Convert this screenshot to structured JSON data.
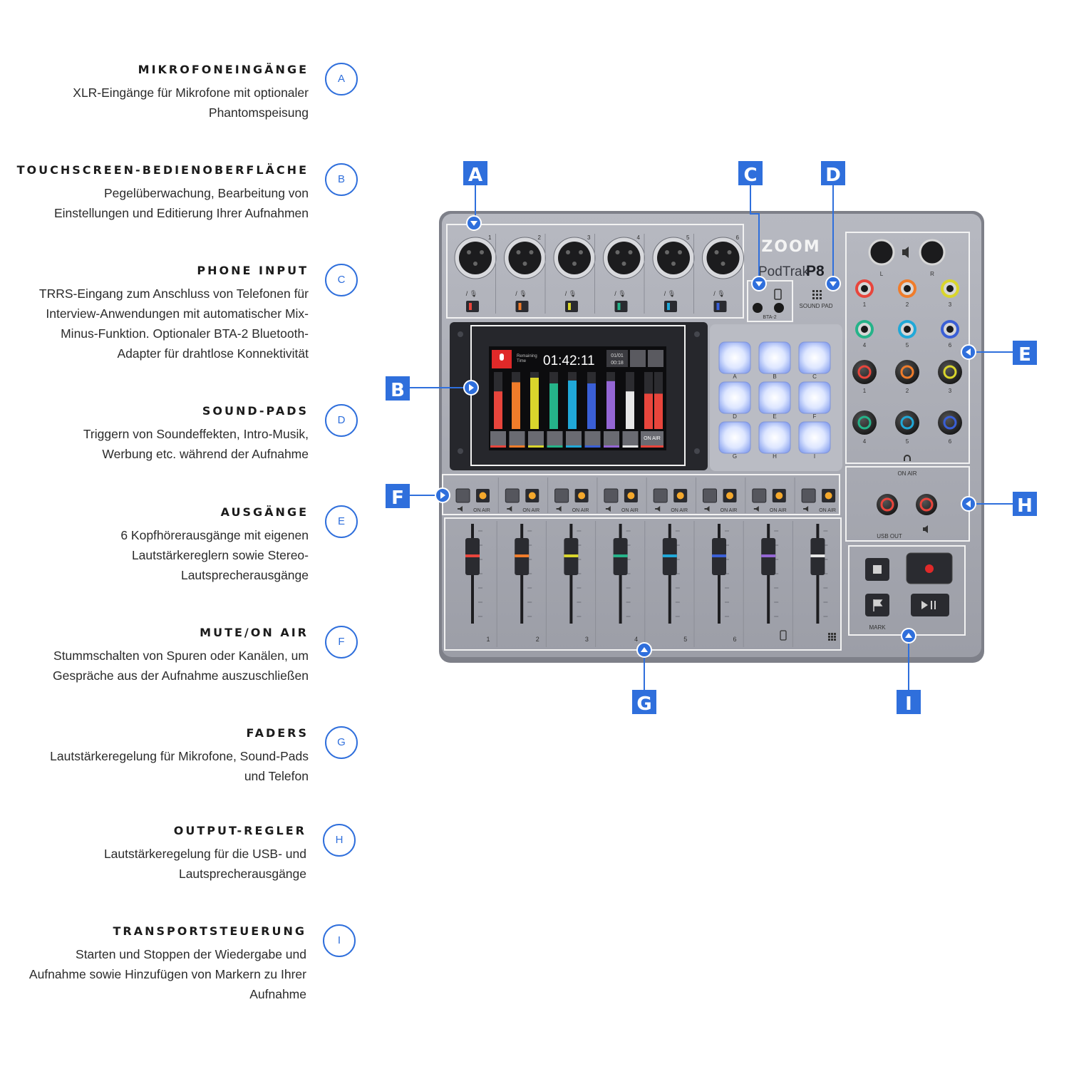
{
  "features": [
    {
      "letter": "A",
      "title": "MIKROFONEINGÄNGE",
      "desc": "XLR-Eingänge für Mikrofone mit optionaler\nPhantomspeisung"
    },
    {
      "letter": "B",
      "title": "TOUCHSCREEN-BEDIENOBERFLÄCHE",
      "desc": "Pegelüberwachung, Bearbeitung von\nEinstellungen und Editierung Ihrer Aufnahmen"
    },
    {
      "letter": "C",
      "title": "PHONE INPUT",
      "desc": "TRRS-Eingang zum Anschluss von Telefonen für\nInterview-Anwendungen mit automatischer Mix-\nMinus-Funktion. Optionaler BTA-2 Bluetooth-\nAdapter für drahtlose Konnektivität"
    },
    {
      "letter": "D",
      "title": "SOUND-PADS",
      "desc": "Triggern von Soundeffekten, Intro-Musik,\nWerbung etc. während der Aufnahme"
    },
    {
      "letter": "E",
      "title": "AUSGÄNGE",
      "desc": "6 Kopfhörerausgänge mit eigenen\nLautstärkereglern sowie Stereo-\nLautsprecherausgänge"
    },
    {
      "letter": "F",
      "title": "MUTE/ON AIR",
      "desc": "Stummschalten von Spuren oder Kanälen, um\nGespräche aus der Aufnahme auszuschließen"
    },
    {
      "letter": "G",
      "title": "FADERS",
      "desc": "Lautstärkeregelung für Mikrofone, Sound-Pads\nund Telefon"
    },
    {
      "letter": "H",
      "title": "OUTPUT-REGLER",
      "desc": "Lautstärkeregelung für die USB- und\nLautsprecherausgänge"
    },
    {
      "letter": "I",
      "title": "TRANSPORTSTEUERUNG",
      "desc": "Starten und Stoppen der Wiedergabe und\nAufnahme sowie Hinzufügen von Markern zu Ihrer\nAufnahme"
    }
  ],
  "device": {
    "brand": "ZOOM",
    "model": "PodTrak",
    "model_suffix": "P8",
    "input_numbers": [
      "1",
      "2",
      "3",
      "4",
      "5",
      "6"
    ],
    "phone_jack_label": "BTA-2",
    "sound_pad_label": "SOUND PAD",
    "pad_letters": [
      "A",
      "B",
      "C",
      "D",
      "E",
      "F",
      "G",
      "H",
      "I"
    ],
    "screen": {
      "remaining_label_1": "Remaining",
      "remaining_label_2": "Time",
      "time": "01:42:11",
      "counter_1": "01/01",
      "counter_2": "00:18",
      "on_air_label": "ON AIR",
      "meter_levels": [
        0.66,
        0.82,
        0.9,
        0.8,
        0.85,
        0.8,
        0.84,
        0.66,
        0.62,
        0.62
      ]
    },
    "on_air_label": "ON AIR",
    "fader_numbers": [
      "1",
      "2",
      "3",
      "4",
      "5",
      "6"
    ],
    "output_numbers_top": [
      "1",
      "2",
      "3"
    ],
    "output_numbers_bottom": [
      "4",
      "5",
      "6"
    ],
    "speaker_labels": [
      "L",
      "R"
    ],
    "output_on_air_label": "ON AIR",
    "usb_out_label": "USB OUT",
    "mark_label": "MARK",
    "channel_colors": [
      "#e8453c",
      "#f07c2a",
      "#d9d52c",
      "#25b389",
      "#20a8d8",
      "#3a5fd6",
      "#9466d4",
      "#e6e6e6"
    ]
  },
  "callouts": [
    "A",
    "B",
    "C",
    "D",
    "E",
    "F",
    "G",
    "H",
    "I"
  ],
  "colors": {
    "accent": "#2f6fdc",
    "callout_bg": "#2f6fdc",
    "body": "#9a9ca5"
  }
}
